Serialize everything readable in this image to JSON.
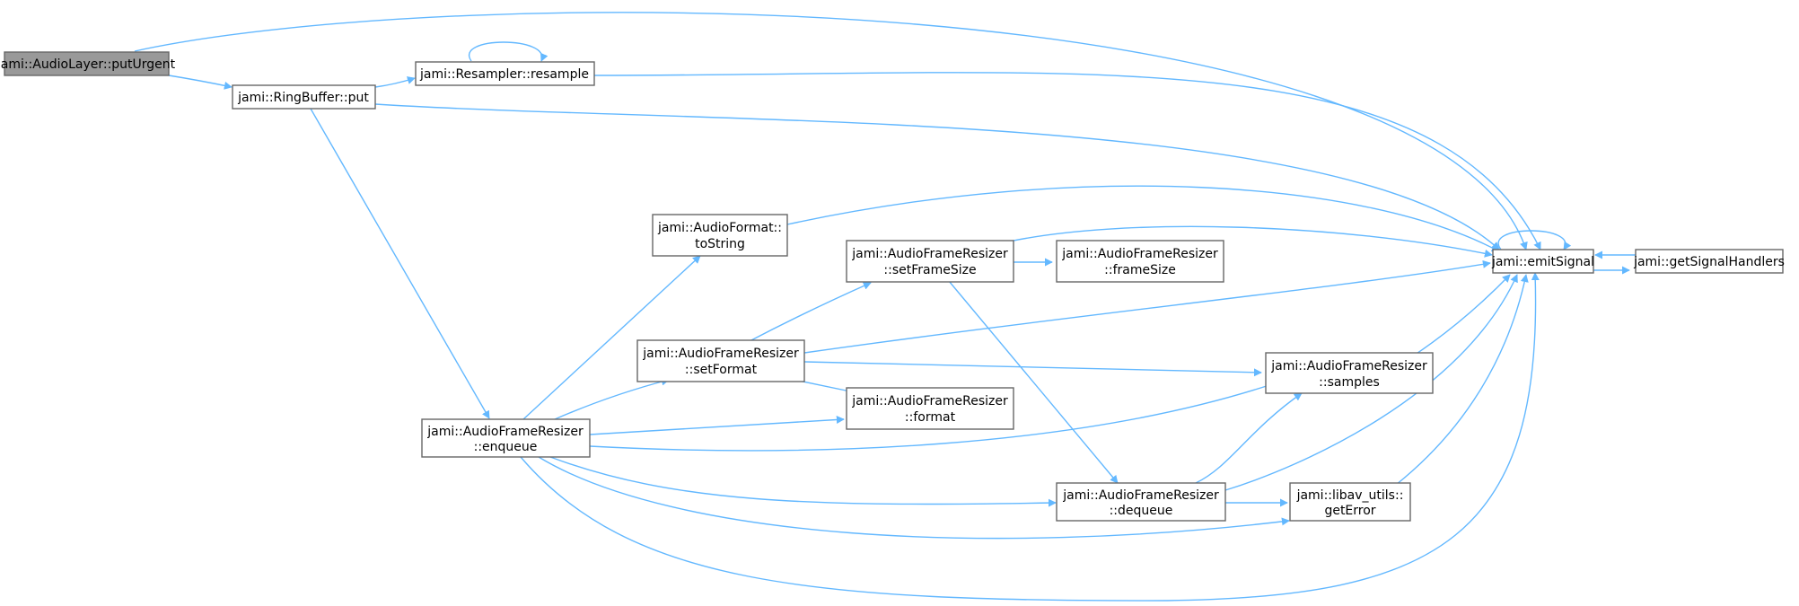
{
  "diagram": {
    "nodes": [
      {
        "id": "putUrgent",
        "lines": [
          "jami::AudioLayer::putUrgent"
        ],
        "root": true
      },
      {
        "id": "rbput",
        "lines": [
          "jami::RingBuffer::put"
        ]
      },
      {
        "id": "resample",
        "lines": [
          "jami::Resampler::resample"
        ]
      },
      {
        "id": "toString",
        "lines": [
          "jami::AudioFormat::",
          "toString"
        ]
      },
      {
        "id": "setFrameSize",
        "lines": [
          "jami::AudioFrameResizer",
          "::setFrameSize"
        ]
      },
      {
        "id": "frameSize",
        "lines": [
          "jami::AudioFrameResizer",
          "::frameSize"
        ]
      },
      {
        "id": "setFormat",
        "lines": [
          "jami::AudioFrameResizer",
          "::setFormat"
        ]
      },
      {
        "id": "format",
        "lines": [
          "jami::AudioFrameResizer",
          "::format"
        ]
      },
      {
        "id": "enqueue",
        "lines": [
          "jami::AudioFrameResizer",
          "::enqueue"
        ]
      },
      {
        "id": "samples",
        "lines": [
          "jami::AudioFrameResizer",
          "::samples"
        ]
      },
      {
        "id": "dequeue",
        "lines": [
          "jami::AudioFrameResizer",
          "::dequeue"
        ]
      },
      {
        "id": "getError",
        "lines": [
          "jami::libav_utils::",
          "getError"
        ]
      },
      {
        "id": "emitSignal",
        "lines": [
          "jami::emitSignal"
        ]
      },
      {
        "id": "getSignalHandlers",
        "lines": [
          "jami::getSignalHandlers"
        ]
      }
    ],
    "edges": [
      {
        "from": "putUrgent",
        "to": "rbput"
      },
      {
        "from": "putUrgent",
        "to": "emitSignal"
      },
      {
        "from": "rbput",
        "to": "resample"
      },
      {
        "from": "rbput",
        "to": "emitSignal"
      },
      {
        "from": "rbput",
        "to": "enqueue"
      },
      {
        "from": "resample",
        "to": "resample"
      },
      {
        "from": "resample",
        "to": "emitSignal"
      },
      {
        "from": "toString",
        "to": "emitSignal"
      },
      {
        "from": "setFrameSize",
        "to": "emitSignal"
      },
      {
        "from": "setFrameSize",
        "to": "frameSize"
      },
      {
        "from": "setFrameSize",
        "to": "dequeue"
      },
      {
        "from": "setFormat",
        "to": "setFrameSize"
      },
      {
        "from": "setFormat",
        "to": "emitSignal"
      },
      {
        "from": "setFormat",
        "to": "samples"
      },
      {
        "from": "setFormat",
        "to": "format"
      },
      {
        "from": "enqueue",
        "to": "toString"
      },
      {
        "from": "enqueue",
        "to": "setFormat"
      },
      {
        "from": "enqueue",
        "to": "format"
      },
      {
        "from": "enqueue",
        "to": "samples"
      },
      {
        "from": "enqueue",
        "to": "dequeue"
      },
      {
        "from": "enqueue",
        "to": "getError"
      },
      {
        "from": "enqueue",
        "to": "emitSignal"
      },
      {
        "from": "samples",
        "to": "emitSignal"
      },
      {
        "from": "dequeue",
        "to": "samples"
      },
      {
        "from": "dequeue",
        "to": "getError"
      },
      {
        "from": "dequeue",
        "to": "emitSignal"
      },
      {
        "from": "getError",
        "to": "emitSignal"
      },
      {
        "from": "emitSignal",
        "to": "emitSignal"
      },
      {
        "from": "emitSignal",
        "to": "getSignalHandlers"
      },
      {
        "from": "getSignalHandlers",
        "to": "emitSignal"
      }
    ]
  }
}
